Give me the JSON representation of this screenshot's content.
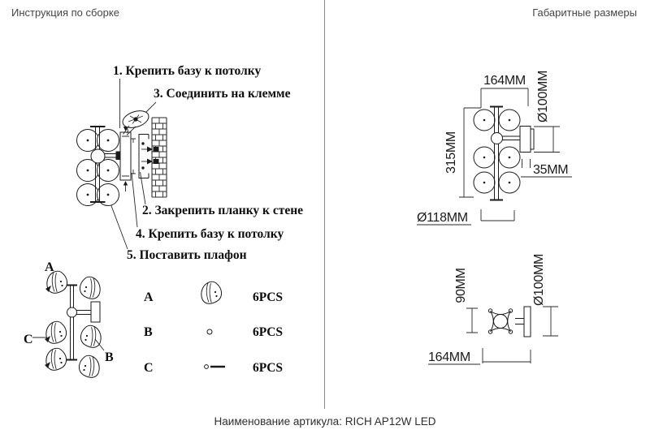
{
  "header": {
    "left_title": "Инструкция по сборке",
    "right_title": "Габаритные размеры"
  },
  "footer": {
    "text": "Наименование артикула: RICH AP12W LED"
  },
  "instructions": {
    "steps": [
      {
        "label": "1. Крепить базу к потолку"
      },
      {
        "label": "3. Соединить на клемме"
      },
      {
        "label": "2. Закрепить планку к стене"
      },
      {
        "label": "4. Крепить базу к потолку"
      },
      {
        "label": "5. Поставить плафон"
      }
    ]
  },
  "parts": {
    "callouts": {
      "a": "A",
      "b": "B",
      "c": "C"
    },
    "rows": [
      {
        "id": "A",
        "qty": "6PCS",
        "icon": "lampshade-icon"
      },
      {
        "id": "B",
        "qty": "6PCS",
        "icon": "screw-cap-icon"
      },
      {
        "id": "C",
        "qty": "6PCS",
        "icon": "screw-pin-icon"
      }
    ]
  },
  "dimensions": {
    "front_view": {
      "width_top": "164MM",
      "shade_diameter": "Ø100MM",
      "height": "315MM",
      "bracket_depth": "35MM",
      "base_diameter": "Ø118MM"
    },
    "top_view": {
      "depth": "90MM",
      "shade_diameter": "Ø100MM",
      "width": "164MM"
    }
  },
  "colors": {
    "ink": "#1a1a1a",
    "title": "#454545",
    "divider": "#8a8a8a"
  }
}
